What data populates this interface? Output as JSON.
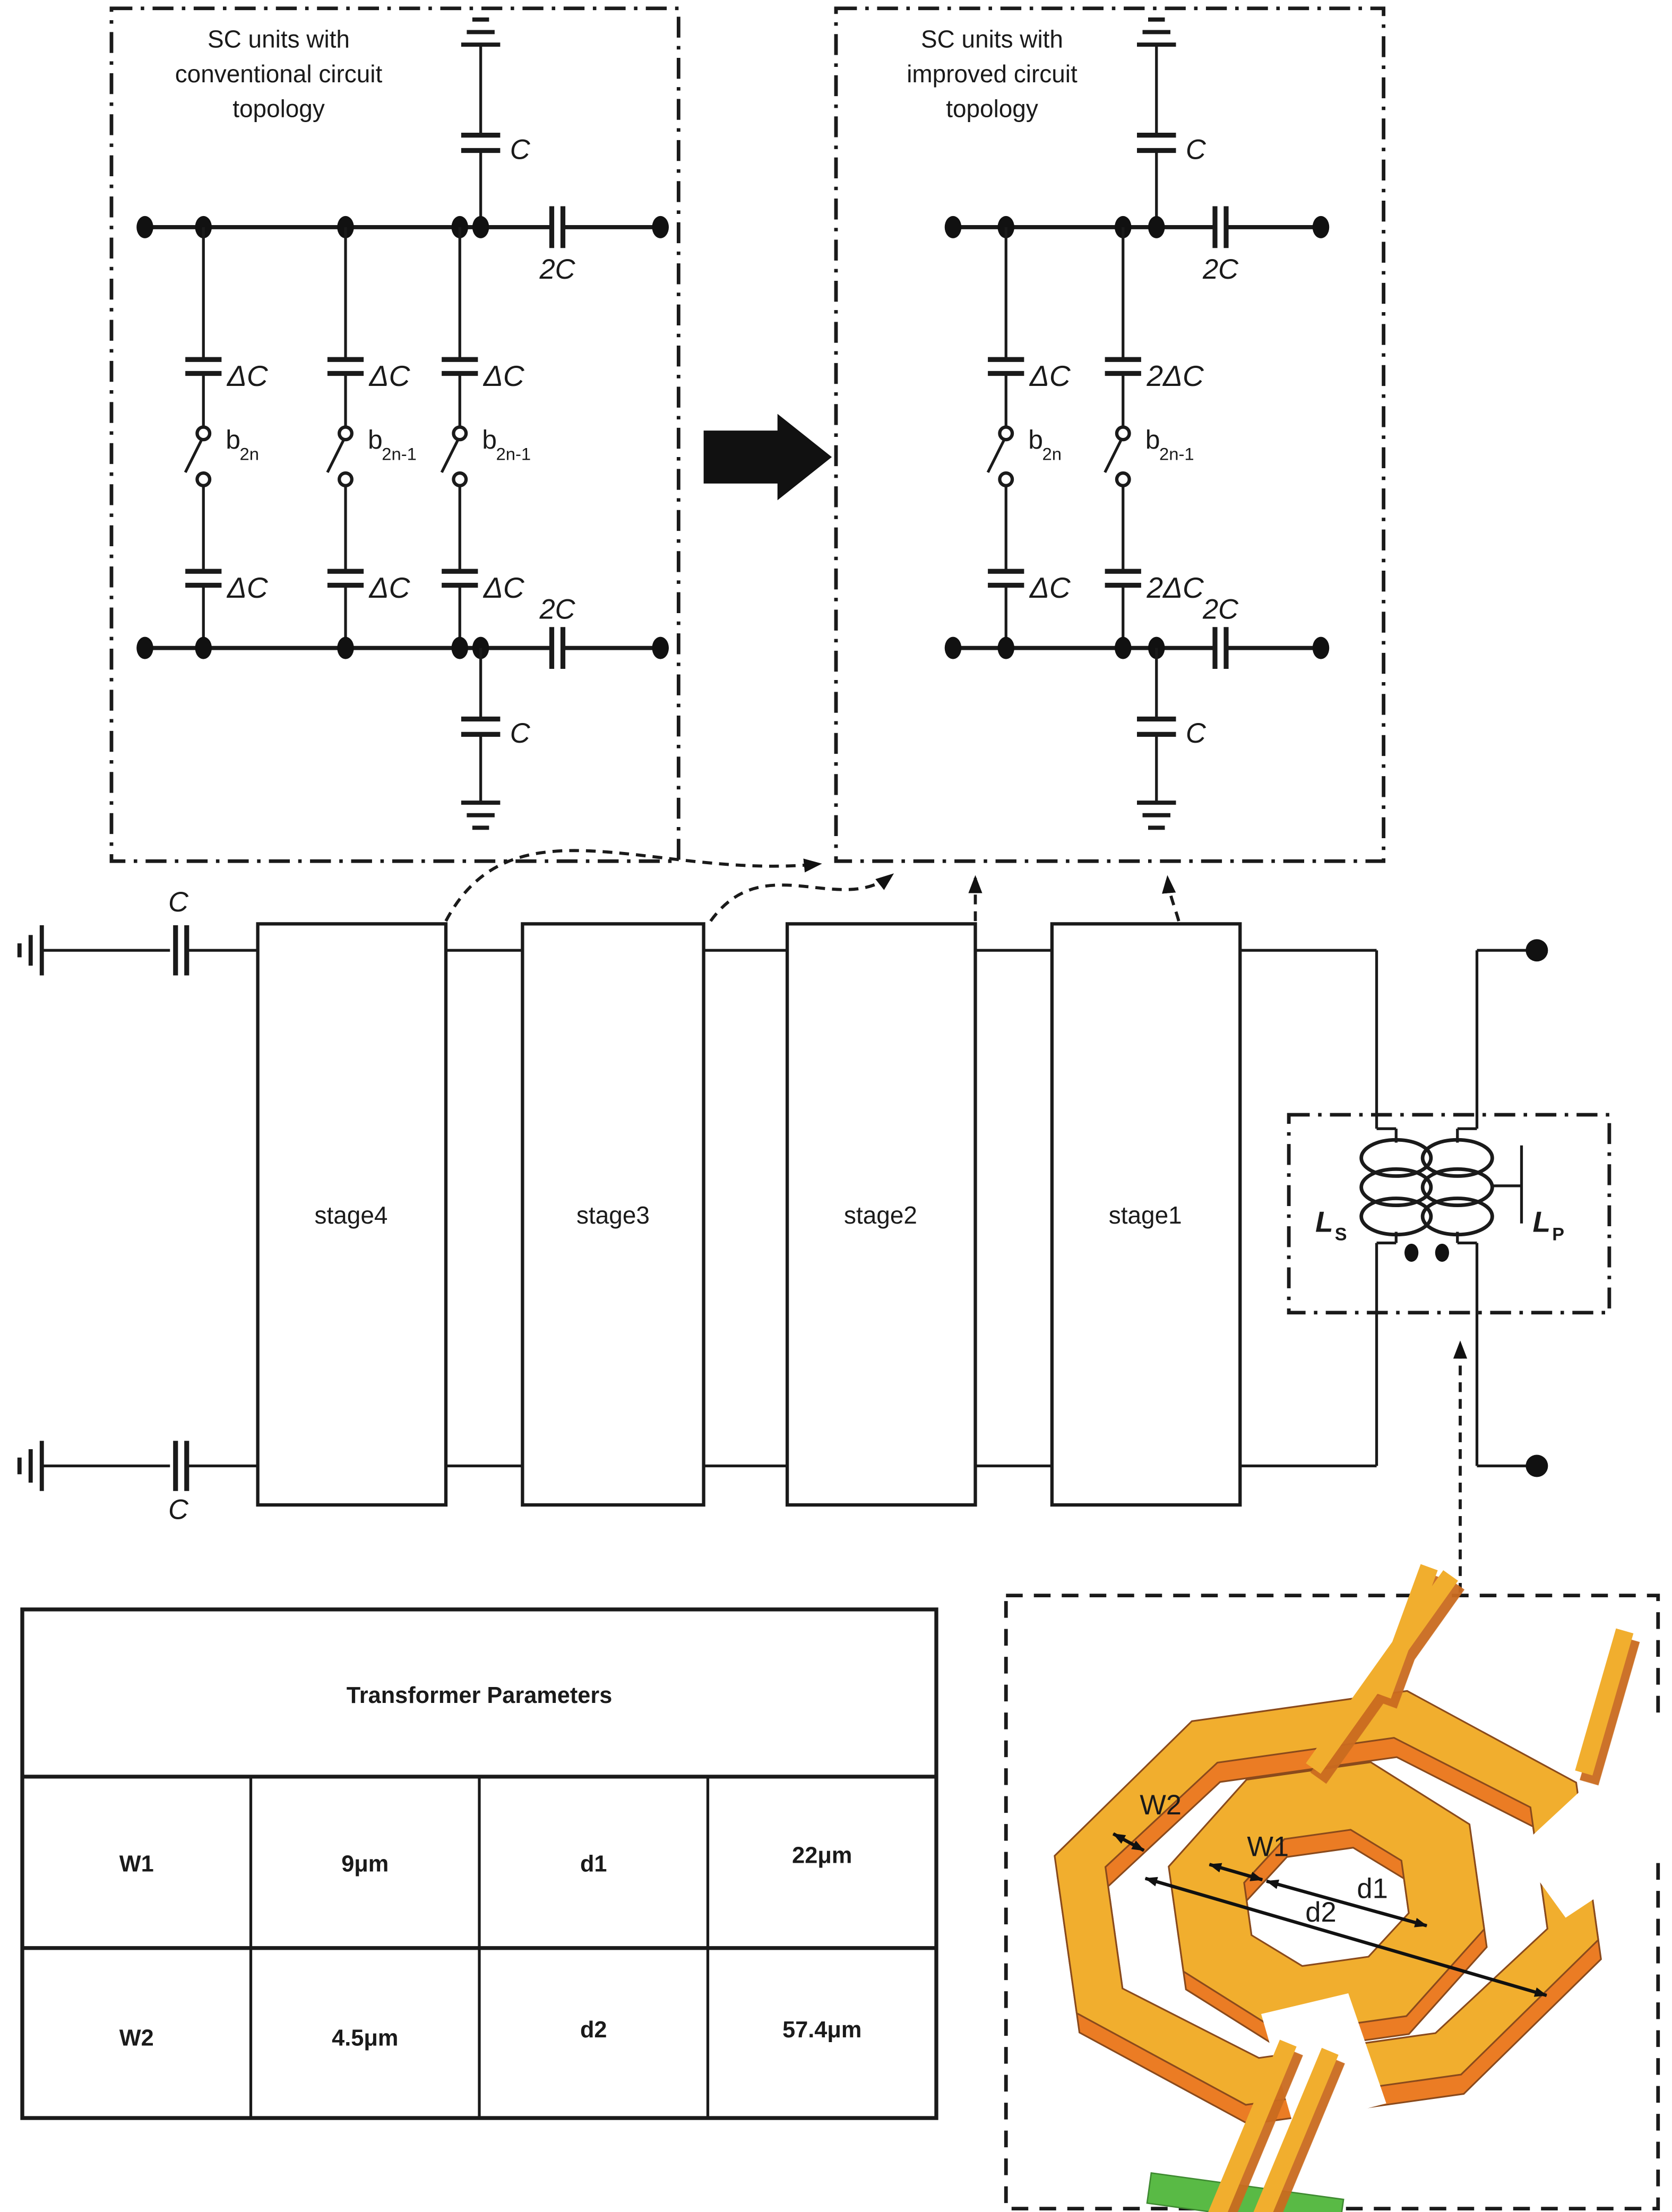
{
  "figure": {
    "boxes": {
      "conventional": {
        "title": [
          "SC units with",
          "conventional circuit",
          "topology"
        ],
        "cap_top": "C",
        "cap_2c_top": "2C",
        "caps_top": [
          "ΔC",
          "ΔC",
          "ΔC"
        ],
        "switches": [
          {
            "b": "b",
            "sub": "2n"
          },
          {
            "b": "b",
            "sub": "2n-1"
          },
          {
            "b": "b",
            "sub": "2n-1"
          }
        ],
        "caps_bottom": [
          "ΔC",
          "ΔC",
          "ΔC"
        ],
        "cap_2c_bottom": "2C",
        "cap_bottom": "C"
      },
      "improved": {
        "title": [
          "SC units with",
          "improved circuit",
          "topology"
        ],
        "cap_top": "C",
        "cap_2c_top": "2C",
        "caps_top": [
          "ΔC",
          "2ΔC"
        ],
        "switches": [
          {
            "b": "b",
            "sub": "2n"
          },
          {
            "b": "b",
            "sub": "2n-1"
          }
        ],
        "caps_bottom": [
          "ΔC",
          "2ΔC"
        ],
        "cap_2c_bottom": "2C",
        "cap_bottom": "C"
      }
    },
    "chain": {
      "input_cap_top": "C",
      "input_cap_bottom": "C",
      "stages": [
        "stage4",
        "stage3",
        "stage2",
        "stage1"
      ],
      "transformer": {
        "secondary": {
          "letter": "L",
          "sub": "S"
        },
        "primary": {
          "letter": "L",
          "sub": "P"
        }
      }
    },
    "table": {
      "title": "Transformer Parameters",
      "rows": [
        [
          "W1",
          "9μm",
          "d1",
          "22μm"
        ],
        [
          "W2",
          "4.5μm",
          "d2",
          "57.4μm"
        ]
      ]
    },
    "render3d": {
      "labels": {
        "w2": "W2",
        "w1": "W1",
        "d1": "d1",
        "d2": "d2"
      },
      "colors": {
        "metal_top": "#F1AE2E",
        "metal_side": "#EB7C24",
        "outline": "#8A4A1C",
        "underpass": "#59BA45",
        "ink": "#1A1A1A"
      }
    }
  }
}
